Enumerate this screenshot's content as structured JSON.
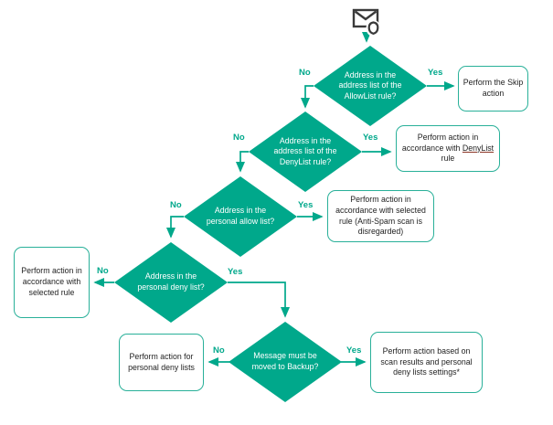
{
  "diagram": {
    "accent_color": "#00a88b",
    "node_text_color": "#ffffff",
    "box_text_color": "#1f1f1f",
    "start_icon": "incoming-message-shield-icon",
    "decisions": [
      {
        "id": "allowlist",
        "text": "Address in the address list of the AllowList rule?"
      },
      {
        "id": "denylist",
        "text": "Address in the address list of the DenyList rule?"
      },
      {
        "id": "personal-allow",
        "text": "Address in the personal allow list?"
      },
      {
        "id": "personal-deny",
        "text": "Address in the personal deny list?"
      },
      {
        "id": "backup",
        "text": "Message must be moved to Backup?"
      }
    ],
    "actions": [
      {
        "id": "skip",
        "text": "Perform the Skip action"
      },
      {
        "id": "denylist-rule",
        "text_prefix": "Perform action in accordance with ",
        "link_text": "DenyList",
        "text_suffix": " rule"
      },
      {
        "id": "selected-rule-disregard",
        "text": "Perform action in accordance with selected rule (Anti-Spam scan is disregarded)"
      },
      {
        "id": "selected-rule",
        "text": "Perform action in accordance with selected rule"
      },
      {
        "id": "personal-deny-lists",
        "text": "Perform action for personal deny lists"
      },
      {
        "id": "scan-results",
        "text": "Perform action based on scan results and personal deny lists settings*"
      }
    ],
    "edges": [
      {
        "from": "allowlist",
        "to": "skip",
        "label": "Yes"
      },
      {
        "from": "allowlist",
        "to": "denylist",
        "label": "No"
      },
      {
        "from": "denylist",
        "to": "denylist-rule",
        "label": "Yes"
      },
      {
        "from": "denylist",
        "to": "personal-allow",
        "label": "No"
      },
      {
        "from": "personal-allow",
        "to": "selected-rule-disregard",
        "label": "Yes"
      },
      {
        "from": "personal-allow",
        "to": "personal-deny",
        "label": "No"
      },
      {
        "from": "personal-deny",
        "to": "selected-rule",
        "label": "No"
      },
      {
        "from": "personal-deny",
        "to": "backup",
        "label": "Yes"
      },
      {
        "from": "backup",
        "to": "personal-deny-lists",
        "label": "No"
      },
      {
        "from": "backup",
        "to": "scan-results",
        "label": "Yes"
      }
    ]
  }
}
